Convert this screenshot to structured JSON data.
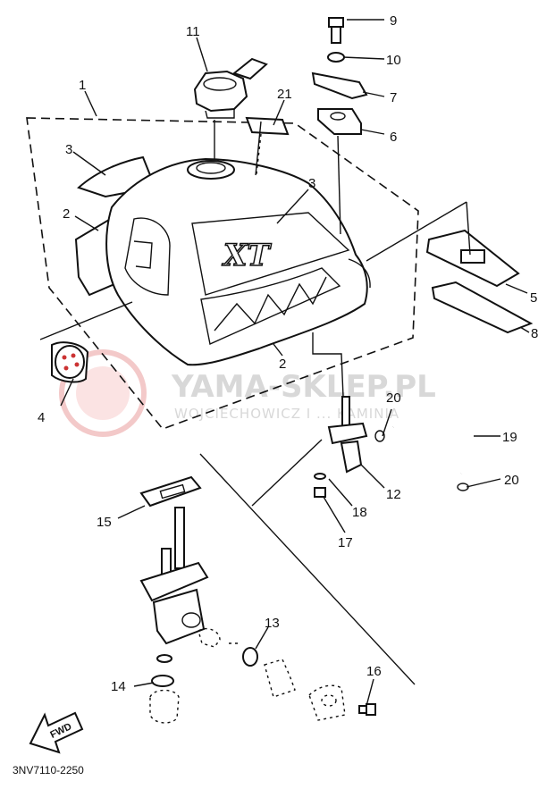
{
  "watermark": {
    "brand": "YAMA-SKLEP.PL",
    "sub": "WOJCIECHOWICZ I ... KAMINIA"
  },
  "tank_logo": "XT",
  "fwd_label": "FWD",
  "drawing_code": "3NV7110-2250",
  "callouts": {
    "c1": "1",
    "c2a": "2",
    "c2b": "2",
    "c3a": "3",
    "c3b": "3",
    "c4": "4",
    "c5": "5",
    "c6": "6",
    "c7": "7",
    "c8": "8",
    "c9": "9",
    "c10": "10",
    "c11": "11",
    "c12": "12",
    "c13": "13",
    "c14": "14",
    "c15": "15",
    "c16": "16",
    "c17": "17",
    "c18": "18",
    "c19": "19",
    "c20a": "20",
    "c20b": "20",
    "c21": "21"
  }
}
